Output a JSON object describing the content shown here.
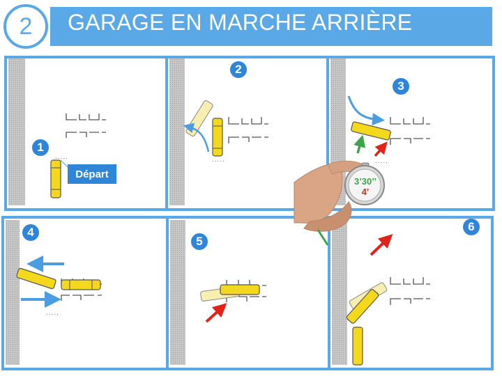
{
  "header": {
    "step_number": "2",
    "title": "GARAGE EN MARCHE ARRIÈRE"
  },
  "panels": [
    {
      "number": "1",
      "label": "Départ"
    },
    {
      "number": "2"
    },
    {
      "number": "3"
    },
    {
      "number": "4"
    },
    {
      "number": "5"
    },
    {
      "number": "6"
    }
  ],
  "stopwatch": {
    "time_green": "3’30’’",
    "time_red": "4’"
  },
  "colors": {
    "accent": "#5aa9e6",
    "badge": "#2f86d8",
    "car": "#f4d81c",
    "car_ghost": "#f8eeb0",
    "arrow_blue": "#4a9de0",
    "arrow_red": "#e2231a",
    "arrow_green": "#3fa34d"
  },
  "dotted_marks": "....."
}
